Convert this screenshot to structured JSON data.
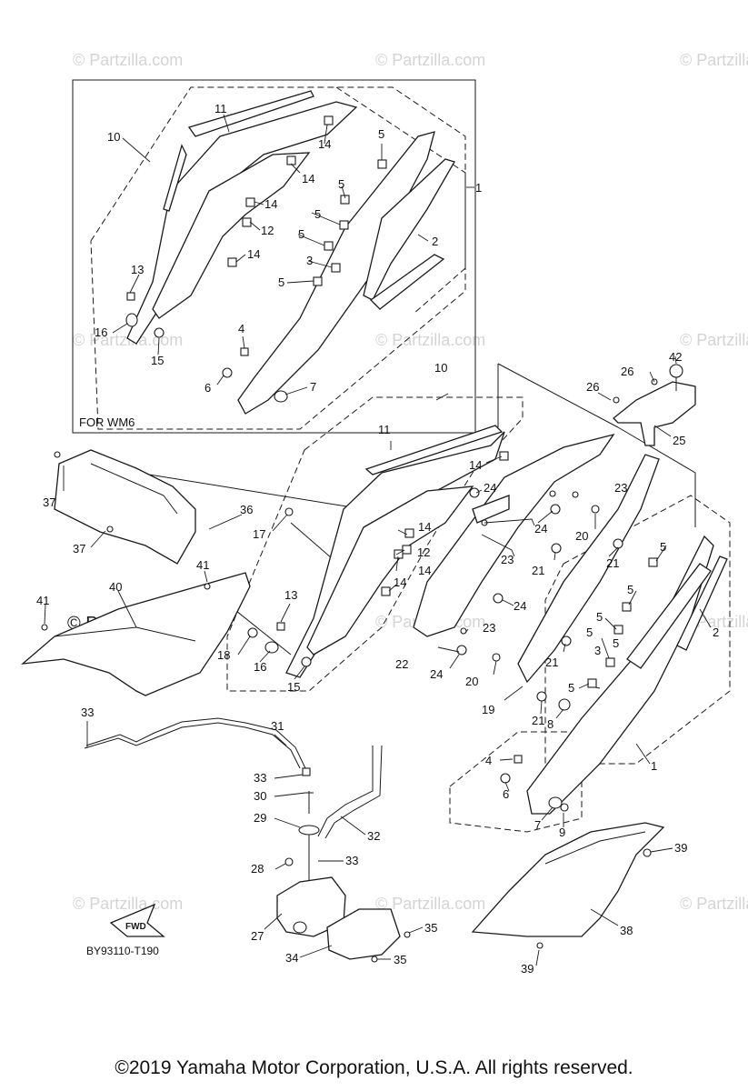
{
  "watermark": {
    "text": "© Partzilla.com",
    "strong_text": "© Partzilla.com"
  },
  "inset": {
    "label": "FOR WM6"
  },
  "diagram_code": "BY93110-T190",
  "fwd_label": "FWD",
  "copyright": "©2019 Yamaha Motor Corporation, U.S.A. All rights reserved.",
  "callouts": {
    "c1": "1",
    "c2": "2",
    "c3": "3",
    "c4": "4",
    "c5": "5",
    "c6": "6",
    "c7": "7",
    "c8": "8",
    "c9": "9",
    "c10": "10",
    "c11": "11",
    "c12": "12",
    "c13": "13",
    "c14": "14",
    "c15": "15",
    "c16": "16",
    "c17": "17",
    "c18": "18",
    "c19": "19",
    "c20": "20",
    "c21": "21",
    "c22": "22",
    "c23": "23",
    "c24": "24",
    "c25": "25",
    "c26": "26",
    "c27": "27",
    "c28": "28",
    "c29": "29",
    "c30": "30",
    "c31": "31",
    "c32": "32",
    "c33": "33",
    "c34": "34",
    "c35": "35",
    "c36": "36",
    "c37": "37",
    "c38": "38",
    "c39": "39",
    "c40": "40",
    "c41": "41",
    "c42": "42"
  }
}
